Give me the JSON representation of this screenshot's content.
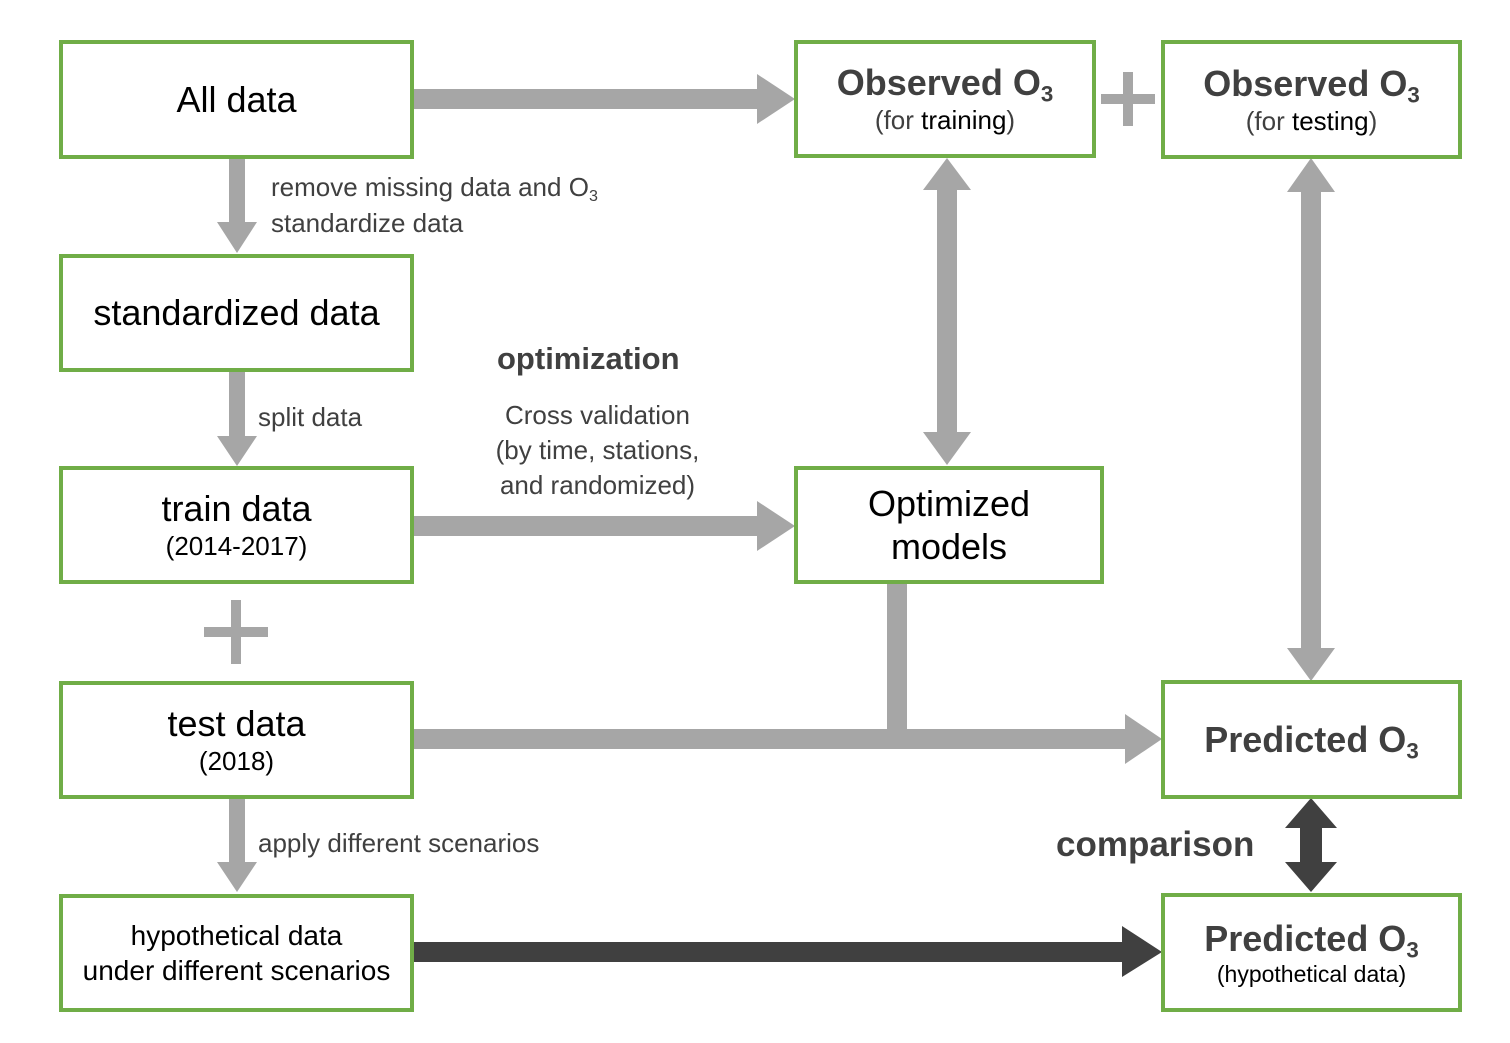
{
  "boxes": {
    "all_data": "All data",
    "standardized": "standardized data",
    "train": {
      "title": "train data",
      "sub": "(2014-2017)"
    },
    "test": {
      "title": "test data",
      "sub": "(2018)"
    },
    "hypothetical": {
      "line1": "hypothetical data",
      "line2": "under different scenarios"
    },
    "observed_train": {
      "title": "Observed O",
      "title_sub": "3",
      "pre": "(for ",
      "word": "training",
      "post": ")"
    },
    "observed_test": {
      "title": "Observed O",
      "title_sub": "3",
      "pre": "(for ",
      "word": "testing",
      "post": ")"
    },
    "optimized": {
      "line1": "Optimized",
      "line2": "models"
    },
    "predicted": {
      "title": "Predicted O",
      "title_sub": "3"
    },
    "predicted_hyp": {
      "title": "Predicted O",
      "title_sub": "3",
      "sub": "(hypothetical data)"
    }
  },
  "labels": {
    "remove_missing": "remove missing data and O",
    "remove_missing_sub": "3",
    "standardize": "standardize data",
    "split": "split data",
    "optimization": "optimization",
    "cv_line1": "Cross validation",
    "cv_line2": "(by time, stations,",
    "cv_line3": "and randomized)",
    "apply": "apply different scenarios",
    "comparison": "comparison"
  },
  "colors": {
    "border": "#70ad47",
    "arrow_grey": "#a6a6a6",
    "arrow_dark": "#404040",
    "text_grey": "#404040"
  }
}
